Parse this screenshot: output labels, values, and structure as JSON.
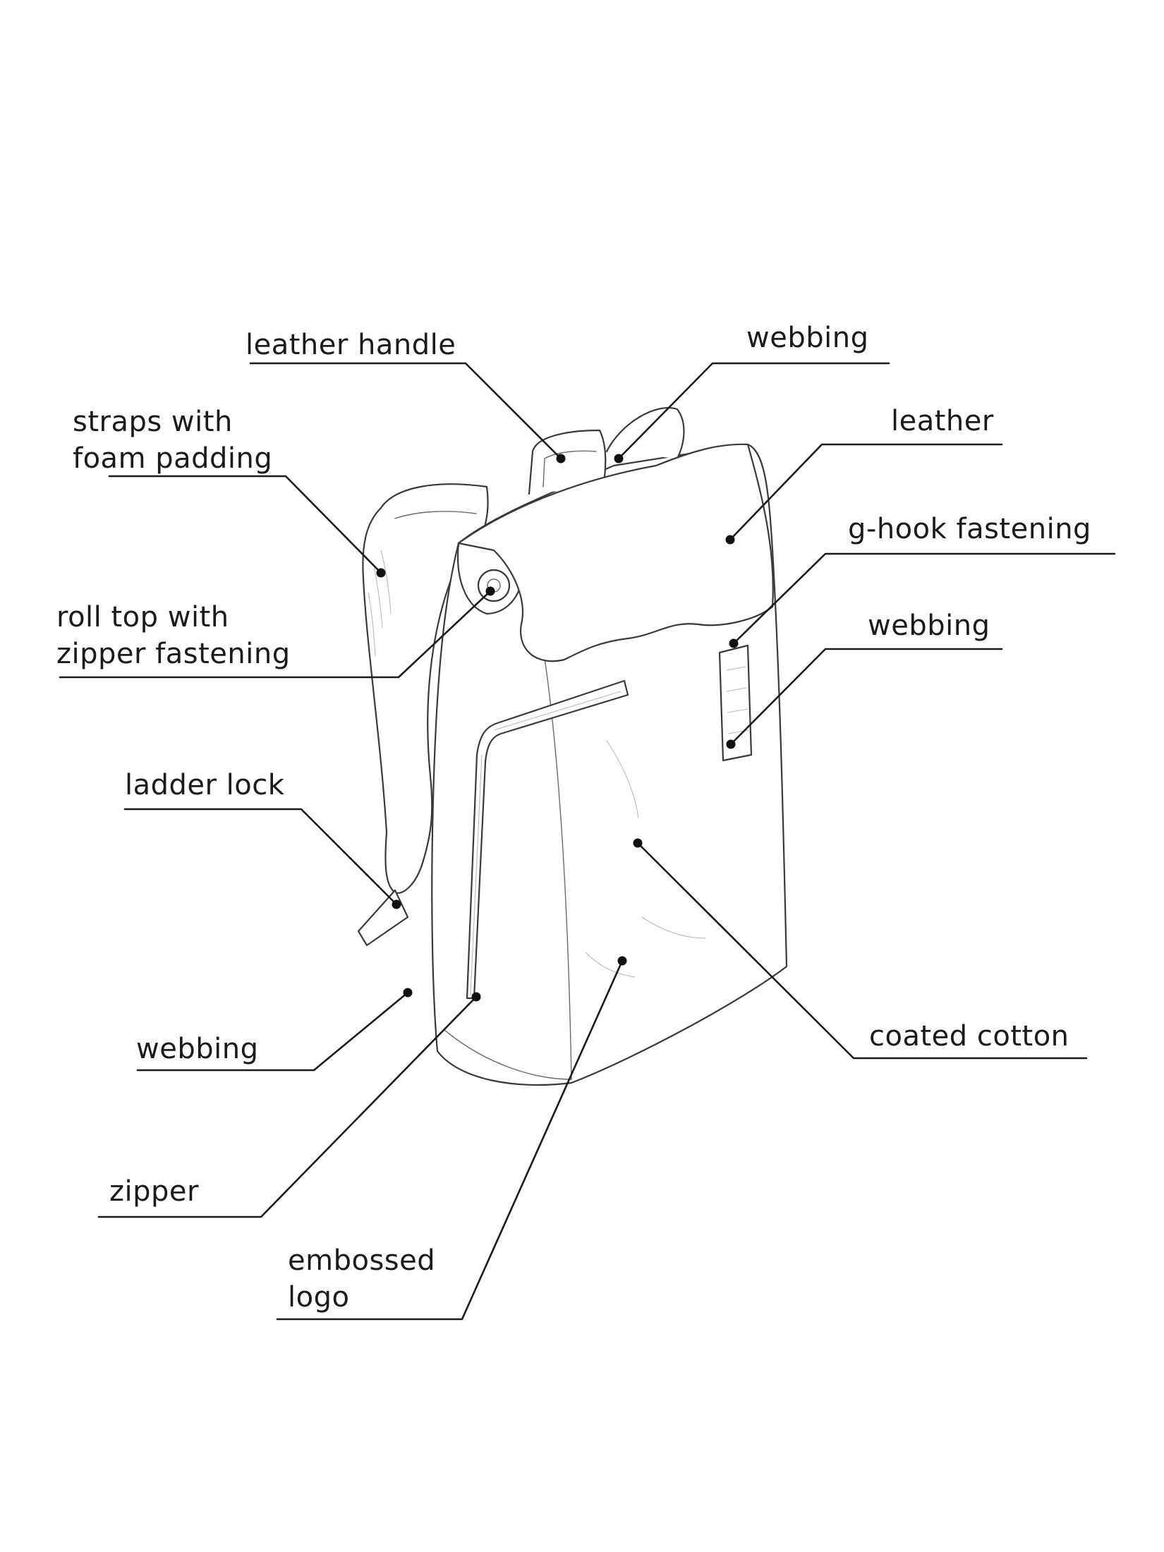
{
  "callouts": [
    {
      "id": "leather-handle",
      "lines": [
        "leather handle"
      ]
    },
    {
      "id": "webbing-top",
      "lines": [
        "webbing"
      ]
    },
    {
      "id": "straps",
      "lines": [
        "straps with",
        "foam padding"
      ]
    },
    {
      "id": "leather",
      "lines": [
        "leather"
      ]
    },
    {
      "id": "g-hook",
      "lines": [
        "g-hook fastening"
      ]
    },
    {
      "id": "roll-top",
      "lines": [
        "roll top with",
        "zipper fastening"
      ]
    },
    {
      "id": "webbing-right",
      "lines": [
        "webbing"
      ]
    },
    {
      "id": "ladder-lock",
      "lines": [
        "ladder lock"
      ]
    },
    {
      "id": "webbing-left",
      "lines": [
        "webbing"
      ]
    },
    {
      "id": "coated-cotton",
      "lines": [
        "coated cotton"
      ]
    },
    {
      "id": "zipper",
      "lines": [
        "zipper"
      ]
    },
    {
      "id": "embossed-logo",
      "lines": [
        "embossed",
        "logo"
      ]
    }
  ],
  "colors": {
    "ink": "#1b1b1b",
    "background": "#ffffff",
    "bag_outline": "#3a3a3a"
  }
}
